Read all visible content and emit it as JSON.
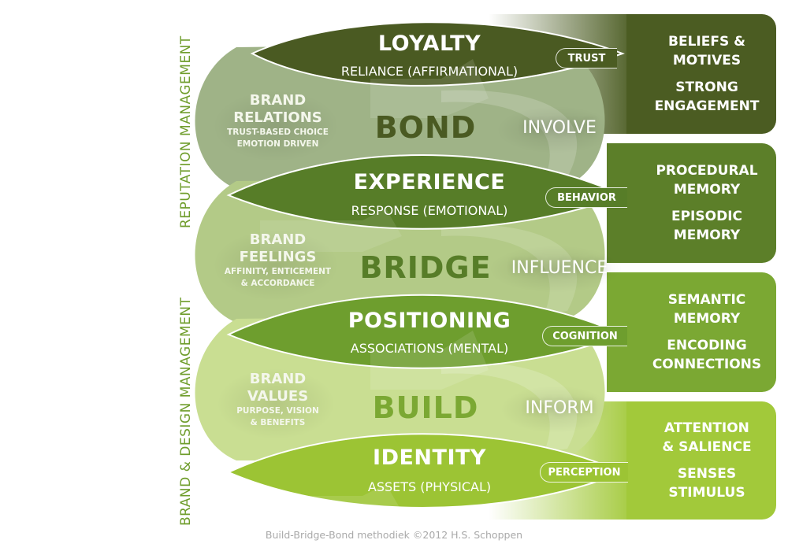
{
  "colors": {
    "bond_dark": "#4a5a22",
    "bond_lobe": "#9fb387",
    "experience": "#577d28",
    "bridge_lobe": "#b3ca87",
    "positioning": "#6e9e2e",
    "build_lobe": "#c9de92",
    "identity": "#9cc434",
    "panel_1": "#4b5c22",
    "panel_2": "#5c7f29",
    "panel_3": "#7ba833",
    "panel_4": "#a2c93a",
    "side_label": "#6f9d2c",
    "footer": "#a9a9a9"
  },
  "side_labels": {
    "top": "REPUTATION MANAGEMENT",
    "bottom": "BRAND & DESIGN MANAGEMENT"
  },
  "lenses": [
    {
      "title": "LOYALTY",
      "subtitle": "RELIANCE (AFFIRMATIONAL)",
      "tag": "TRUST"
    },
    {
      "title": "EXPERIENCE",
      "subtitle": "RESPONSE (EMOTIONAL)",
      "tag": "BEHAVIOR"
    },
    {
      "title": "POSITIONING",
      "subtitle": "ASSOCIATIONS (MENTAL)",
      "tag": "COGNITION"
    },
    {
      "title": "IDENTITY",
      "subtitle": "ASSETS (PHYSICAL)",
      "tag": "PERCEPTION"
    }
  ],
  "stages": [
    {
      "word": "BOND",
      "verb": "INVOLVE",
      "brand_head": [
        "BRAND",
        "RELATIONS"
      ],
      "brand_sub": [
        "TRUST-BASED CHOICE",
        "EMOTION DRIVEN"
      ]
    },
    {
      "word": "BRIDGE",
      "verb": "INFLUENCE",
      "brand_head": [
        "BRAND",
        "FEELINGS"
      ],
      "brand_sub": [
        "AFFINITY, ENTICEMENT",
        "& ACCORDANCE"
      ]
    },
    {
      "word": "BUILD",
      "verb": "INFORM",
      "brand_head": [
        "BRAND",
        "VALUES"
      ],
      "brand_sub": [
        "PURPOSE, VISION",
        "& BENEFITS"
      ]
    }
  ],
  "panels": [
    {
      "groups": [
        [
          "BELIEFS &",
          "MOTIVES"
        ],
        [
          "STRONG",
          "ENGAGEMENT"
        ]
      ]
    },
    {
      "groups": [
        [
          "PROCEDURAL",
          "MEMORY"
        ],
        [
          "EPISODIC",
          "MEMORY"
        ]
      ]
    },
    {
      "groups": [
        [
          "SEMANTIC",
          "MEMORY"
        ],
        [
          "ENCODING",
          "CONNECTIONS"
        ]
      ]
    },
    {
      "groups": [
        [
          "ATTENTION",
          "& SALIENCE"
        ],
        [
          "SENSES",
          "STIMULUS"
        ]
      ]
    }
  ],
  "footer": "Build-Bridge-Bond methodiek ©2012 H.S. Schoppen"
}
